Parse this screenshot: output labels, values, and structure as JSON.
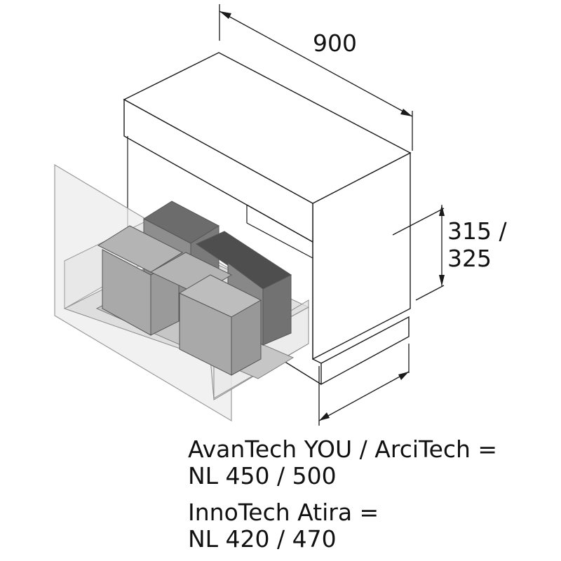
{
  "dimensions": {
    "width": "900",
    "height_line1": "315 /",
    "height_line2": "325"
  },
  "notes": [
    {
      "line1": "AvanTech YOU / ArciTech =",
      "line2": "NL 450 / 500"
    },
    {
      "line1": "InnoTech Atira =",
      "line2": "NL 420 / 470"
    }
  ],
  "colors": {
    "line": "#1a1a1a",
    "glass": "#ededed",
    "bin_light": "#a9a9a9",
    "bin_dark": "#6c6c6c",
    "lid_dark": "#4e4e4e"
  }
}
